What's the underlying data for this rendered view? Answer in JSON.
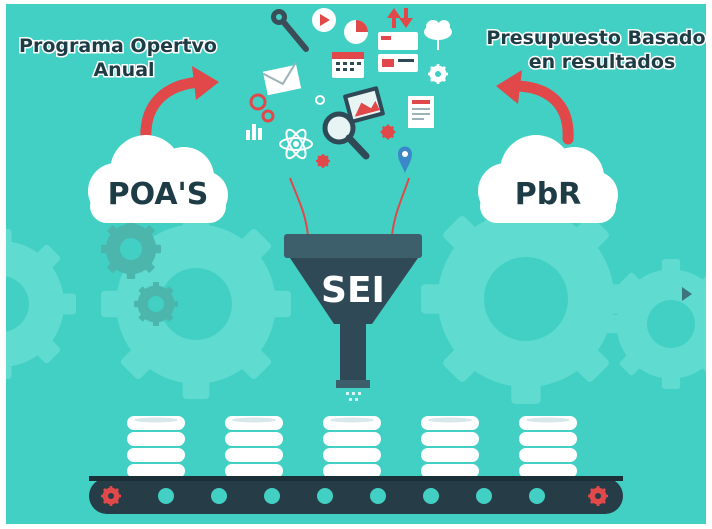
{
  "labels": {
    "top_left_line1": "Programa Opertvo",
    "top_left_line2": "Anual",
    "top_right_line1": "Presupuesto Basado",
    "top_right_line2": "en resultados",
    "cloud_left": "POA'S",
    "cloud_right": "PbR",
    "funnel": "SEI"
  },
  "colors": {
    "background": "#42d0c4",
    "gear": "#5fdbd0",
    "arrow": "#e0484a",
    "funnel_dark": "#2f4a56",
    "funnel_top": "#3d5e6b",
    "label_text": "#1e3c46",
    "label_outline": "#ffffff",
    "conveyor": "#263d47",
    "database": "#ffffff"
  },
  "icons": [
    "wrench-icon",
    "play-icon",
    "pie-chart-icon",
    "sort-arrows-icon",
    "cloud-icon",
    "calendar-icon",
    "card-icon",
    "gear-icon",
    "envelope-icon",
    "image-icon",
    "magnifier-icon",
    "atom-icon",
    "location-pin-icon",
    "document-icon",
    "bar-chart-icon"
  ]
}
